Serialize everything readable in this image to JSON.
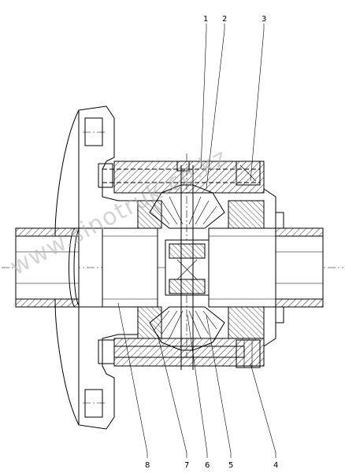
{
  "callouts": [
    "1",
    "2",
    "3",
    "4",
    "5",
    "6",
    "7",
    "8"
  ],
  "watermark": "www.sinotruk.co.kz"
}
